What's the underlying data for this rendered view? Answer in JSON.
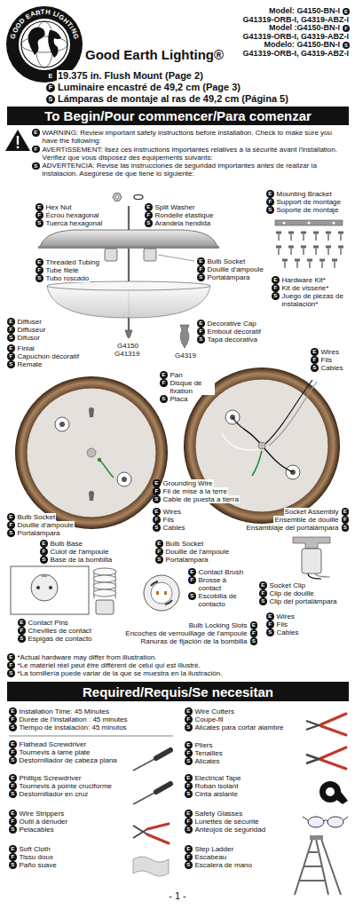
{
  "diagram": {
    "title": "Good Earth Lighting®",
    "nodes": [
      {
        "text": [
          "To Begin/Pour commencer/Para comenzar"
        ]
      },
      {
        "text": [
          "Required/Requis/Se necesitan"
        ]
      }
    ],
    "labels": [
      "GOOD EARTH LIGHTING",
      "E",
      "Model: G4150-BN-I",
      "G41319-ORB-I, G4319-ABZ-I",
      "F",
      "Model :G4150-BN-I",
      "G41319-ORB-I, G4319-ABZ-I",
      "S",
      "Modelo: G4150-BN-I",
      "G41319-ORB-I, G4319-ABZ-I",
      "E",
      "19.375 in. Flush Mount (Page 2)",
      "F",
      "Luminaire encastré de 49,2 cm (Page 3)",
      "S",
      "Lámparas de montaje al ras de 49,2 cm (Página 5)",
      "E",
      "WARNING: Review important safety instructions before installation. Check to make sure you have the following:",
      "F",
      "AVERTISSEMENT: lisez ces instructions importantes relatives à la sécurité avant l'installation. Vérifiez que vous disposez des équipements suivants:",
      "S",
      "ADVERTENCIA: Revise las instrucciones de seguridad importantes antes de realizar la instalación. Asegúrese de que tiene lo siguiente:",
      "E",
      "Hex Nut",
      "F",
      "Écrou hexagonal",
      "S",
      "Tuerca hexagonal",
      "E",
      "Split Washer",
      "F",
      "Rondelle élastique",
      "S",
      "Arandela hendida",
      "E",
      "Mounting Bracket",
      "F",
      "Support de montage",
      "S",
      "Soporte de montaje",
      "E",
      "Threaded Tubing",
      "F",
      "Tube fileté",
      "S",
      "Tubo roscado",
      "E",
      "Bulb Socket",
      "F",
      "Douille d'ampoule",
      "S",
      "Portalámpara",
      "E",
      "Hardware Kit*",
      "F",
      "Kit de visserie*",
      "S",
      "Juego de piezas de instalación*",
      "E",
      "Diffuser",
      "F",
      "Diffuseur",
      "S",
      "Difusor",
      "E",
      "Decorative Cap",
      "F",
      "Embout décoratif",
      "S",
      "Tapa decorativa",
      "E",
      "Finial",
      "F",
      "Capuchon décoratif",
      "S",
      "Remate",
      "G4150",
      "G41319",
      "G4319",
      "E",
      "Wires",
      "F",
      "Fils",
      "S",
      "Cables",
      "E",
      "Pan",
      "F",
      "Disque de fixation",
      "S",
      "Placa",
      "E",
      "Grounding Wire",
      "F",
      "Fil de mise à la terre",
      "S",
      "Cable de puesta a tierra",
      "E",
      "Bulb Socket",
      "F",
      "Douille d'ampoule",
      "S",
      "Portalámpara",
      "E",
      "Wires",
      "F",
      "Fils",
      "S",
      "Cables",
      "E",
      "Socket Assembly",
      "F",
      "Ensemble de douille",
      "S",
      "Ensamblaje del portalámpara",
      "E",
      "Bulb Base",
      "F",
      "Culot de l'ampoule",
      "S",
      "Base de la bombilla",
      "E",
      "Bulb Socket",
      "F",
      "Douille de l'ampoule",
      "S",
      "Portalámpara",
      "E",
      "Contact Brush",
      "F",
      "Brosse à contact",
      "S",
      "Escobilla de contacto",
      "E",
      "Socket Clip",
      "F",
      "Clip de douille",
      "S",
      "Clip del portalámpara",
      "E",
      "Contact Pins",
      "F",
      "Chevilles de contact",
      "S",
      "Espigas de contacto",
      "E",
      "Bulb Locking Slots",
      "F",
      "Encoches de verrouillage de l'ampoule",
      "S",
      "Ranuras de fijación de la bombilla",
      "E",
      "Wires",
      "F",
      "Fils",
      "S",
      "Cables",
      "E",
      "*Actual hardware may differ from illustration.",
      "F",
      "*Le matériel réel peut être différent de celui qui est illustré.",
      "S",
      "*La tornillería puede variar de la que se muestra en la ilustración.",
      "E",
      "Installation Time: 45 Minutes",
      "F",
      "Durée de l'installation : 45 minutes",
      "S",
      "Tiempo de instalación: 45 minutos",
      "E",
      "Wire Cutters",
      "F",
      "Coupe-fil",
      "S",
      "Alicates para cortar alambre",
      "E",
      "Flathead Screwdriver",
      "F",
      "Tournevis à lame plate",
      "S",
      "Destornillador de cabeza plana",
      "E",
      "Pliers",
      "F",
      "Tenailles",
      "S",
      "Alicates",
      "E",
      "Phillips Screwdriver",
      "F",
      "Tournevis à pointe cruciforme",
      "S",
      "Destornillador en cruz",
      "E",
      "Electrical Tape",
      "F",
      "Ruban isolant",
      "S",
      "Cinta aislante",
      "E",
      "Wire Strippers",
      "F",
      "Outil à dénuder",
      "S",
      "Pelacables",
      "E",
      "Safety Glasses",
      "F",
      "Lunettes de sécurité",
      "S",
      "Anteojos de seguridad",
      "E",
      "Soft Cloth",
      "F",
      "Tissu doux",
      "S",
      "Paño suave",
      "E",
      "Step Ladder",
      "F",
      "Escabeau",
      "S",
      "Escalera de mano",
      "- 1 -"
    ]
  }
}
